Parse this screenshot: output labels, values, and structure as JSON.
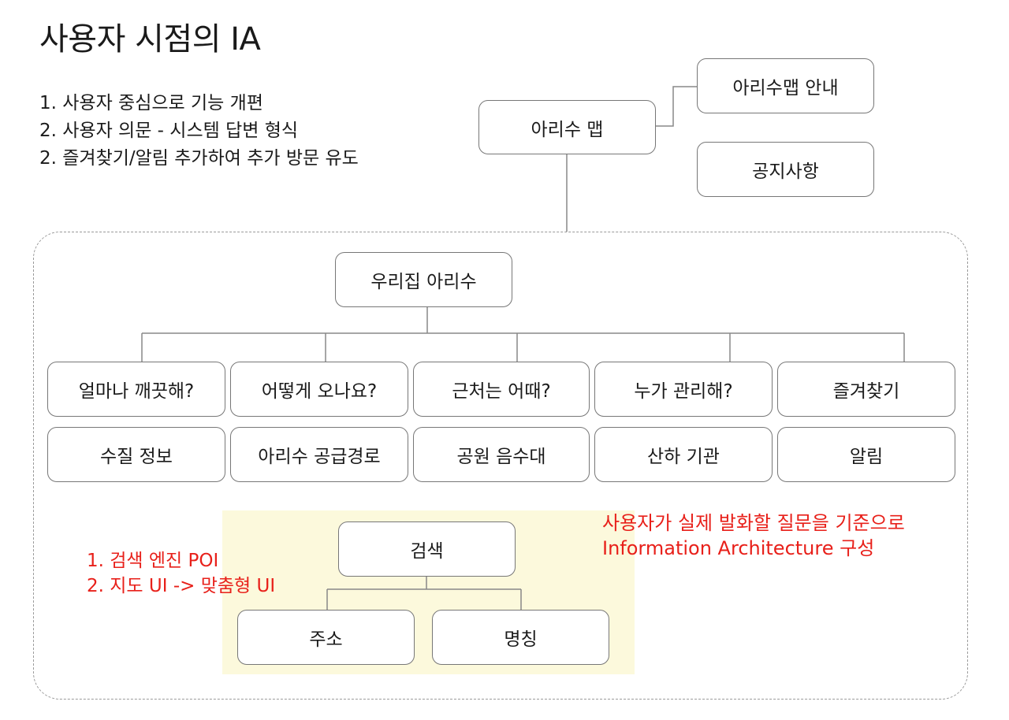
{
  "title": "사용자 시점의 IA",
  "goals": [
    "1. 사용자 중심으로 기능 개편",
    "2. 사용자 의문 - 시스템 답변 형식",
    "2. 즐겨찾기/알림 추가하여 추가 방문 유도"
  ],
  "top_nodes": {
    "root": "아리수 맵",
    "guide": "아리수맵 안내",
    "notice": "공지사항"
  },
  "home": "우리집 아리수",
  "questions": [
    "얼마나 깨끗해?",
    "어떻게 오나요?",
    "근처는 어때?",
    "누가 관리해?",
    "즐겨찾기"
  ],
  "features": [
    "수질 정보",
    "아리수 공급경로",
    "공원 음수대",
    "산하 기관",
    "알림"
  ],
  "search": {
    "root": "검색",
    "children": [
      "주소",
      "명칭"
    ],
    "notes": [
      "1. 검색 엔진 POI",
      "2. 지도 UI -> 맞춤형 UI"
    ]
  },
  "ia_note": [
    "사용자가 실제 발화할 질문을 기준으로",
    "Information Architecture 구성"
  ],
  "colors": {
    "accent_red": "#e8201a",
    "highlight": "#fcf9dc",
    "border": "#777777"
  }
}
